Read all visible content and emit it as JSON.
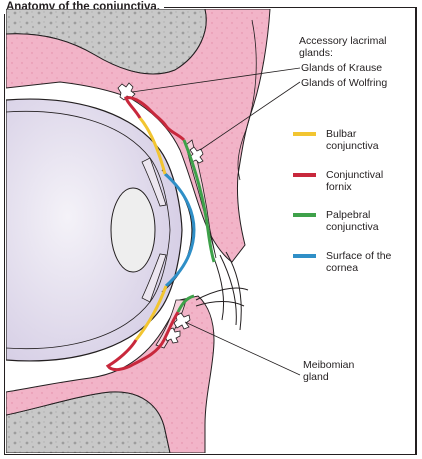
{
  "figure": {
    "title": "Anatomy of the conjunctiva."
  },
  "labels": {
    "accessory_glands": "Accessory lacrimal\nglands:",
    "krause": "Glands of Krause",
    "wolfring": "Glands of Wolfring",
    "meibomian": "Meibomian\ngland"
  },
  "legend": [
    {
      "label": "Bulbar\nconjunctiva",
      "color": "#f2c531",
      "icon": "yellow-line"
    },
    {
      "label": "Conjunctival\nfornix",
      "color": "#c8283c",
      "icon": "red-line"
    },
    {
      "label": "Palpebral\nconjunctiva",
      "color": "#3ea14a",
      "icon": "green-line"
    },
    {
      "label": "Surface of the\ncornea",
      "color": "#2f8fc7",
      "icon": "blue-line"
    }
  ],
  "colors": {
    "bone": "#c8c8c8",
    "skin": "#f2b4c8",
    "skin_dark": "#e89ab2",
    "eyeball": "#e4def0",
    "lens": "#eeeeee",
    "outline": "#231f20"
  }
}
